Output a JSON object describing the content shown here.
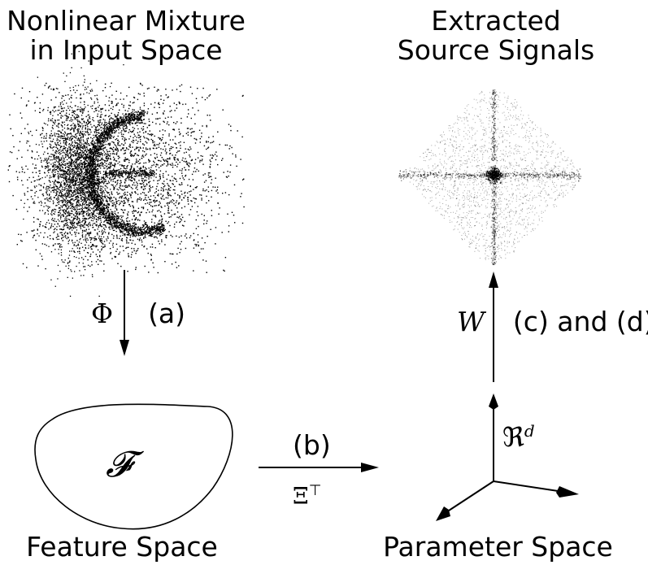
{
  "panels": {
    "input_space": {
      "title_line1": "Nonlinear Mixture",
      "title_line2": "in Input Space"
    },
    "source_signals": {
      "title_line1": "Extracted",
      "title_line2": "Source Signals"
    },
    "feature_space": {
      "symbol": "𝓕",
      "caption": "Feature Space"
    },
    "parameter_space": {
      "axis_label": "ℜ",
      "axis_label_superscript": "d",
      "caption": "Parameter Space"
    }
  },
  "edges": {
    "a": {
      "symbol": "Φ",
      "label": "(a)"
    },
    "b": {
      "label": "(b)",
      "symbol": "Ξ",
      "symbol_superscript": "⊤"
    },
    "cd": {
      "symbol": "W",
      "label": "(c) and (d)"
    }
  },
  "colors": {
    "ink": "#000000",
    "background": "#ffffff"
  }
}
